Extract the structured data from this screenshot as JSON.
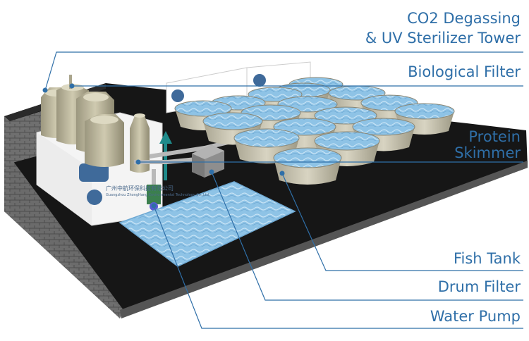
{
  "labels": {
    "co2_line1": "CO2 Degassing",
    "co2_line2": "& UV Sterilizer Tower",
    "bio_filter": "Biological Filter",
    "protein_line1": "Protein",
    "protein_line2": "Skimmer",
    "fish_tank": "Fish Tank",
    "drum_filter": "Drum Filter",
    "water_pump": "Water Pump"
  },
  "banner": {
    "company": "广州中航环保科技有限公司",
    "company_sub": "Guangzhou ZhongHang Environmental Technology Co.,Ltd."
  },
  "colors": {
    "label": "#2f6fa8",
    "leader_line": "#2f6fa8",
    "water": "#8ec3e6",
    "ground": "#151515",
    "wall": "#6d6d6d",
    "tank_body": "#b8b39a"
  }
}
